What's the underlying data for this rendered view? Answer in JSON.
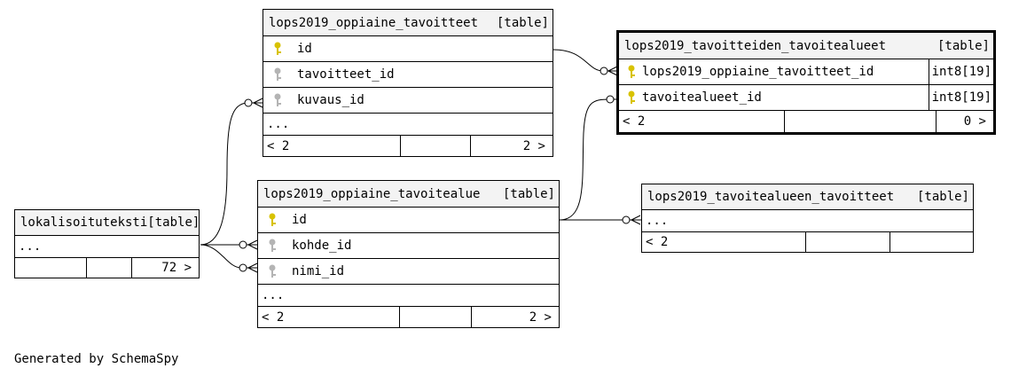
{
  "tables": {
    "oppiaine_tavoitteet": {
      "name": "lops2019_oppiaine_tavoitteet",
      "kind": "[table]",
      "columns": [
        {
          "name": "id",
          "key": "primary"
        },
        {
          "name": "tavoitteet_id",
          "key": "foreign"
        },
        {
          "name": "kuvaus_id",
          "key": "foreign"
        }
      ],
      "more": "...",
      "parents": "< 2",
      "children": "2 >"
    },
    "tavoitteiden_tavoitealueet": {
      "name": "lops2019_tavoitteiden_tavoitealueet",
      "kind": "[table]",
      "columns": [
        {
          "name": "lops2019_oppiaine_tavoitteet_id",
          "type": "int8[19]",
          "key": "primary"
        },
        {
          "name": "tavoitealueet_id",
          "type": "int8[19]",
          "key": "primary"
        }
      ],
      "parents": "< 2",
      "children": "0 >"
    },
    "lokalisoituteksti": {
      "name": "lokalisoituteksti",
      "kind": "[table]",
      "more": "...",
      "rows": "72 >"
    },
    "oppiaine_tavoitealue": {
      "name": "lops2019_oppiaine_tavoitealue",
      "kind": "[table]",
      "columns": [
        {
          "name": "id",
          "key": "primary"
        },
        {
          "name": "kohde_id",
          "key": "foreign"
        },
        {
          "name": "nimi_id",
          "key": "foreign"
        }
      ],
      "more": "...",
      "parents": "< 2",
      "children": "2 >"
    },
    "tavoitealueen_tavoitteet": {
      "name": "lops2019_tavoitealueen_tavoitteet",
      "kind": "[table]",
      "more": "...",
      "parents": "< 2"
    }
  },
  "footer": {
    "generated_by": "Generated by SchemaSpy"
  },
  "colors": {
    "primary_key": "#d8c200",
    "foreign_key": "#b4b4b4",
    "header_bg": "#f3f3f3"
  },
  "icons": {
    "primary_key": "key-icon",
    "foreign_key": "key-icon"
  }
}
